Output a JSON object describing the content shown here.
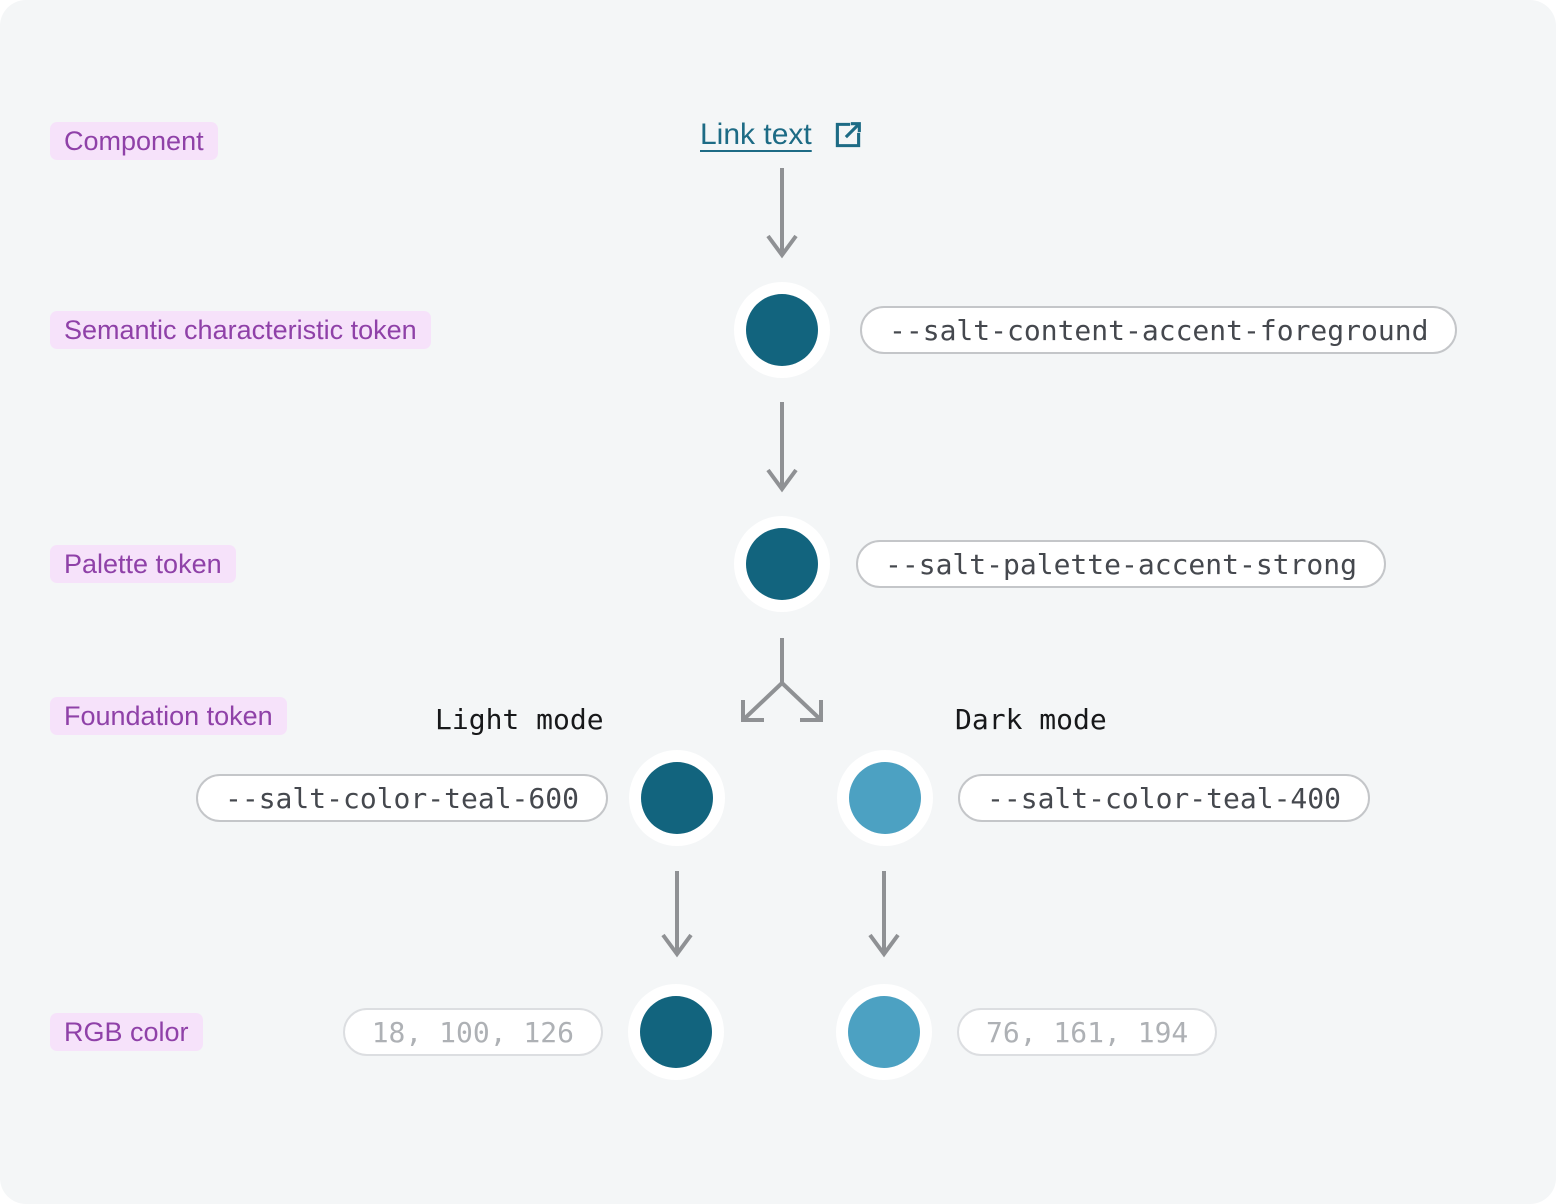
{
  "colors": {
    "canvas_bg": "#f4f6f7",
    "teal_dark": "#12647e",
    "teal_light": "#4ca1c2",
    "label_bg": "#f6e2fa",
    "label_text": "#8f41a8",
    "link_color": "#1d6b85",
    "pill_border": "#c4c6c9",
    "pill_text": "#45484e",
    "muted_pill_border": "#dcdee1",
    "muted_pill_text": "#aeb1b5",
    "arrow": "#8f9194"
  },
  "link": {
    "label": "Link text"
  },
  "row_labels": {
    "component": "Component",
    "semantic": "Semantic characteristic token",
    "palette": "Palette token",
    "foundation": "Foundation token",
    "rgb": "RGB color"
  },
  "tokens": {
    "semantic": "--salt-content-accent-foreground",
    "palette": "--salt-palette-accent-strong",
    "foundation_light": "--salt-color-teal-600",
    "foundation_dark": "--salt-color-teal-400"
  },
  "modes": {
    "light": "Light mode",
    "dark": "Dark mode"
  },
  "rgb_values": {
    "light": "18, 100, 126",
    "dark": "76, 161, 194"
  }
}
